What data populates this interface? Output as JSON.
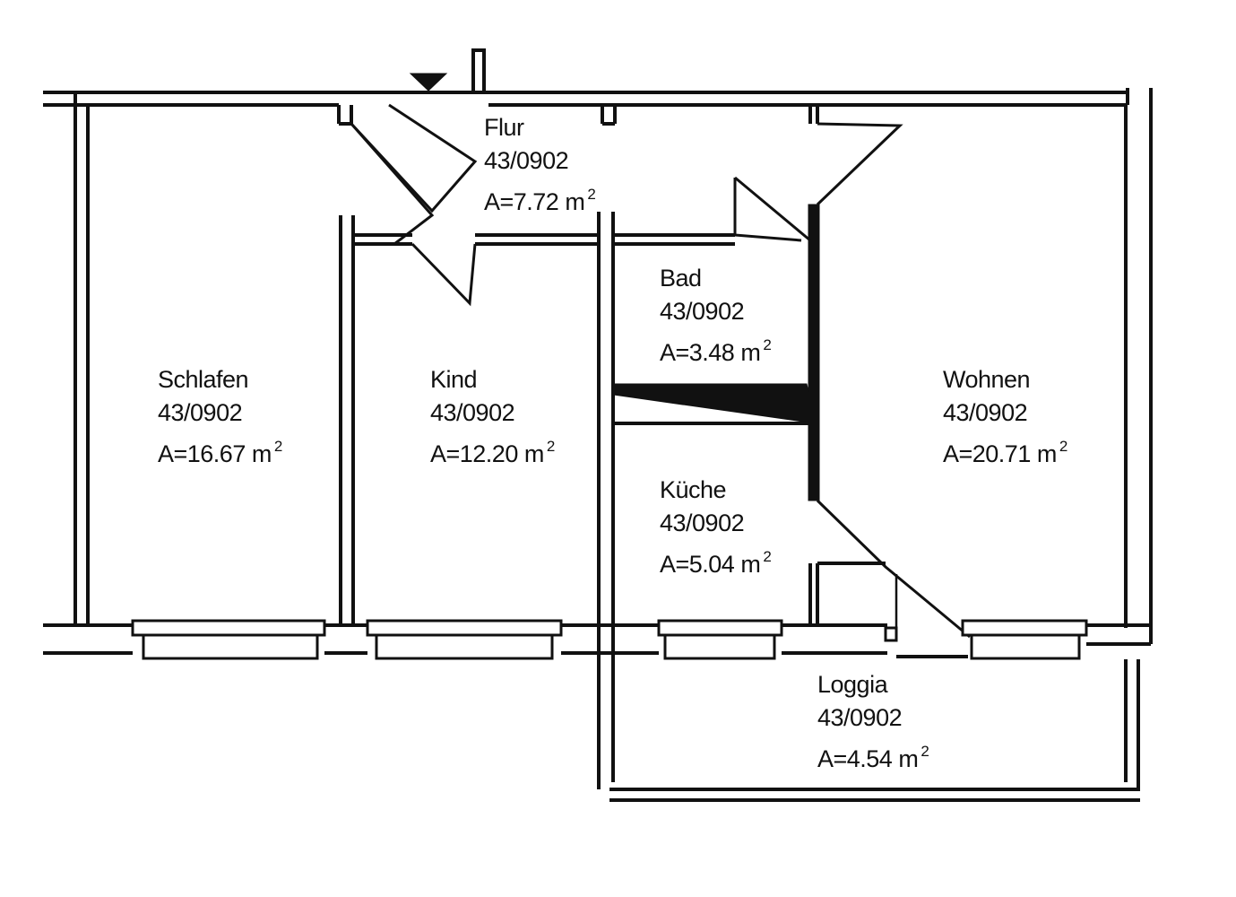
{
  "rooms": {
    "flur": {
      "name": "Flur",
      "code": "43/0902",
      "area": "A=7.72  m",
      "exp": "2"
    },
    "schlafen": {
      "name": "Schlafen",
      "code": "43/0902",
      "area": "A=16.67 m",
      "exp": "2"
    },
    "kind": {
      "name": "Kind",
      "code": "43/0902",
      "area": "A=12.20 m",
      "exp": "2"
    },
    "bad": {
      "name": "Bad",
      "code": "43/0902",
      "area": "A=3.48 m",
      "exp": "2"
    },
    "kueche": {
      "name": "Küche",
      "code": "43/0902",
      "area": "A=5.04 m",
      "exp": "2"
    },
    "wohnen": {
      "name": "Wohnen",
      "code": "43/0902",
      "area": "A=20.71 m",
      "exp": "2"
    },
    "loggia": {
      "name": "Loggia",
      "code": "43/0902",
      "area": "A=4.54 m",
      "exp": "2"
    }
  },
  "colors": {
    "line": "#111111",
    "background": "#ffffff"
  },
  "icons": {
    "entrance": "entrance-triangle-icon"
  }
}
